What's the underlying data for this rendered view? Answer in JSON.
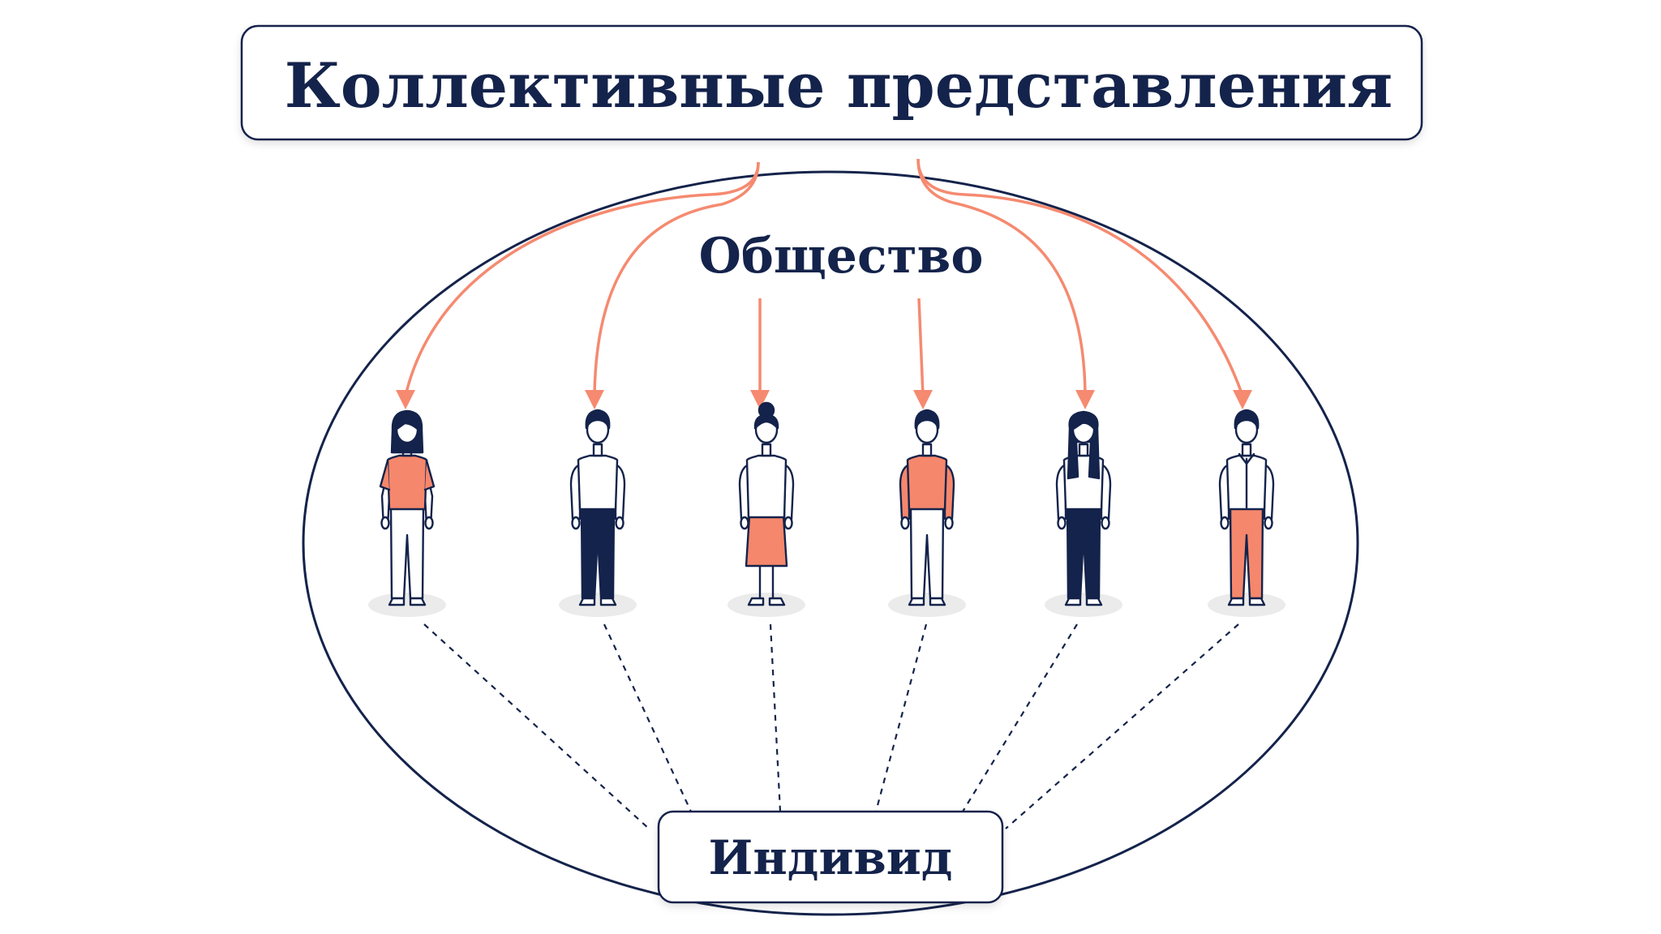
{
  "title": "Коллективные представления",
  "society_label": "Общество",
  "individual_label": "Индивид",
  "colors": {
    "navy": "#14234b",
    "accent": "#f58a70",
    "accent_fill": "#f5876c",
    "light": "#ffffff"
  },
  "people": [
    {
      "name": "person-woman-bob",
      "hair": "bob",
      "top": "accent",
      "bottom": "pants-light",
      "sleeves": "short"
    },
    {
      "name": "person-man-white-shirt",
      "hair": "short",
      "top": "light",
      "bottom": "pants-navy",
      "sleeves": "long"
    },
    {
      "name": "person-woman-bun",
      "hair": "bun",
      "top": "light",
      "bottom": "skirt-accent",
      "sleeves": "long"
    },
    {
      "name": "person-man-orange-sweater",
      "hair": "short",
      "top": "accent",
      "bottom": "pants-light",
      "sleeves": "long"
    },
    {
      "name": "person-woman-long-hair",
      "hair": "long",
      "top": "light",
      "bottom": "pants-navy",
      "sleeves": "long"
    },
    {
      "name": "person-man-collared-shirt",
      "hair": "short",
      "top": "light",
      "bottom": "pants-accent",
      "sleeves": "long"
    }
  ]
}
